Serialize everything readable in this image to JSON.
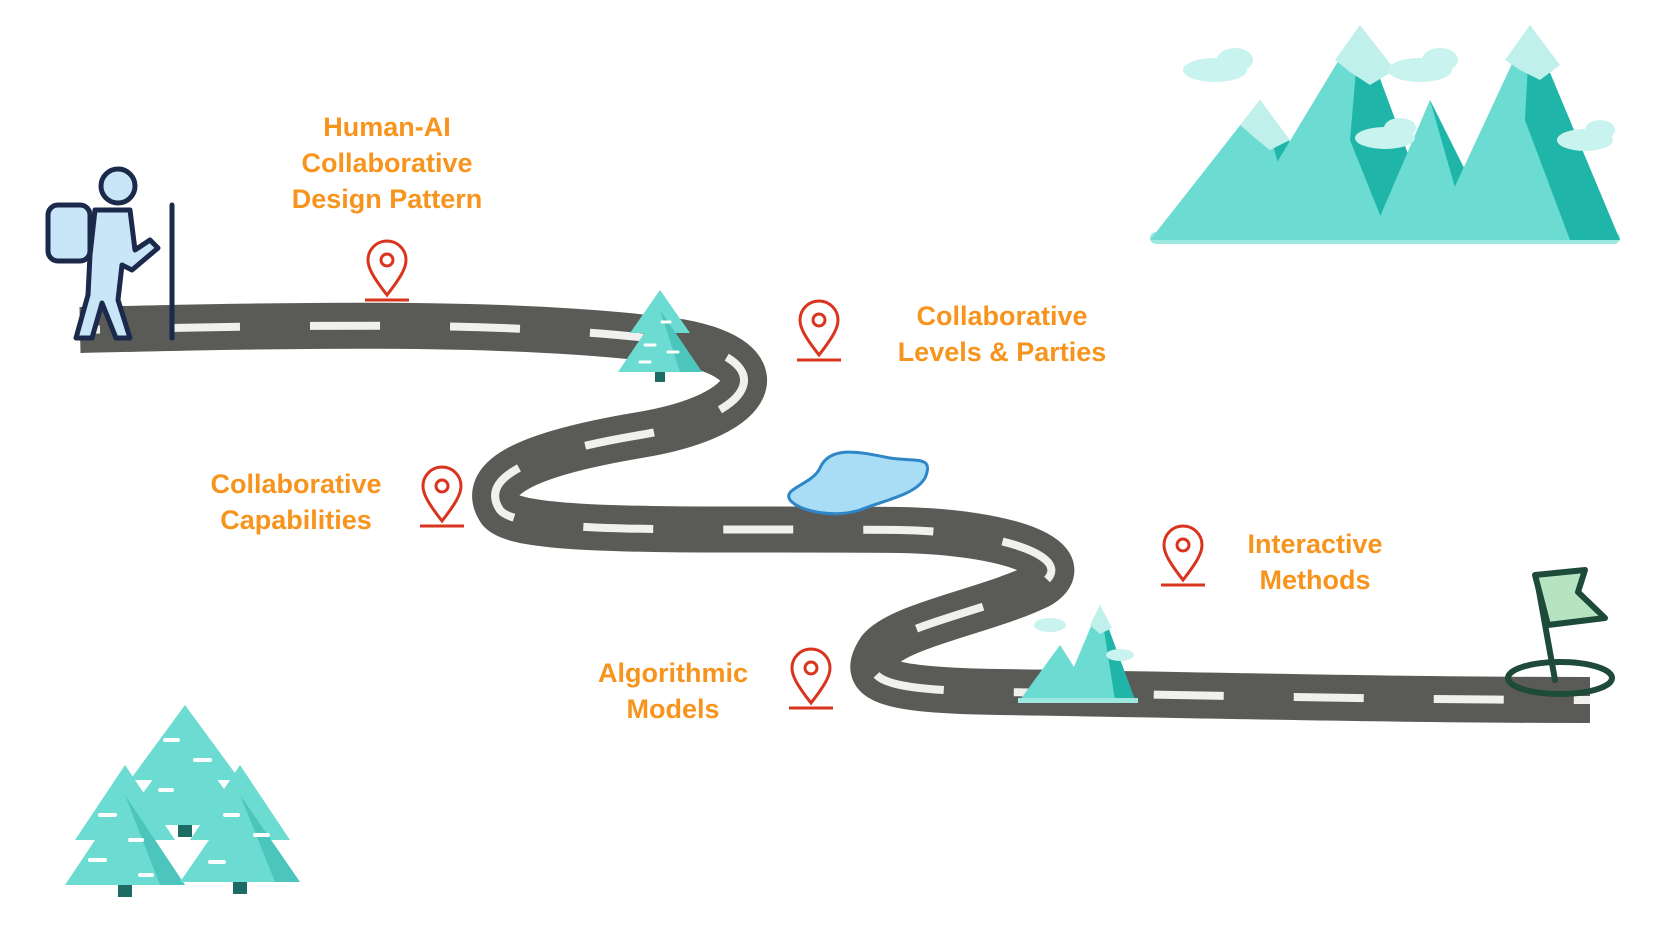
{
  "colors": {
    "road": "#5a5a57",
    "dash": "#f0f0ee",
    "label": "#f7941d",
    "pin": "#d9341e",
    "teal": "#6cdbd2",
    "teal_dark": "#1fb5a8",
    "snow": "#bff0ec",
    "lake": "#a9dcf5",
    "lake_edge": "#2f86c6",
    "hiker_body": "#c9e6f9",
    "hiker_outline": "#1b2a4a",
    "flag": "#b6e3c0",
    "flag_outline": "#1e4a3a"
  },
  "milestones": [
    {
      "id": "m1",
      "lines": [
        "Human-AI",
        "Collaborative",
        "Design Pattern"
      ]
    },
    {
      "id": "m2",
      "lines": [
        "Collaborative",
        "Levels & Parties"
      ]
    },
    {
      "id": "m3",
      "lines": [
        "Collaborative",
        "Capabilities"
      ]
    },
    {
      "id": "m4",
      "lines": [
        "Interactive",
        "Methods"
      ]
    },
    {
      "id": "m5",
      "lines": [
        "Algorithmic",
        "Models"
      ]
    }
  ],
  "icons": {
    "start": "hiker-icon",
    "finish": "goal-flag-icon",
    "marker": "location-pin-icon",
    "decor": [
      "mountain-icon",
      "tree-icon",
      "lake-icon"
    ]
  }
}
